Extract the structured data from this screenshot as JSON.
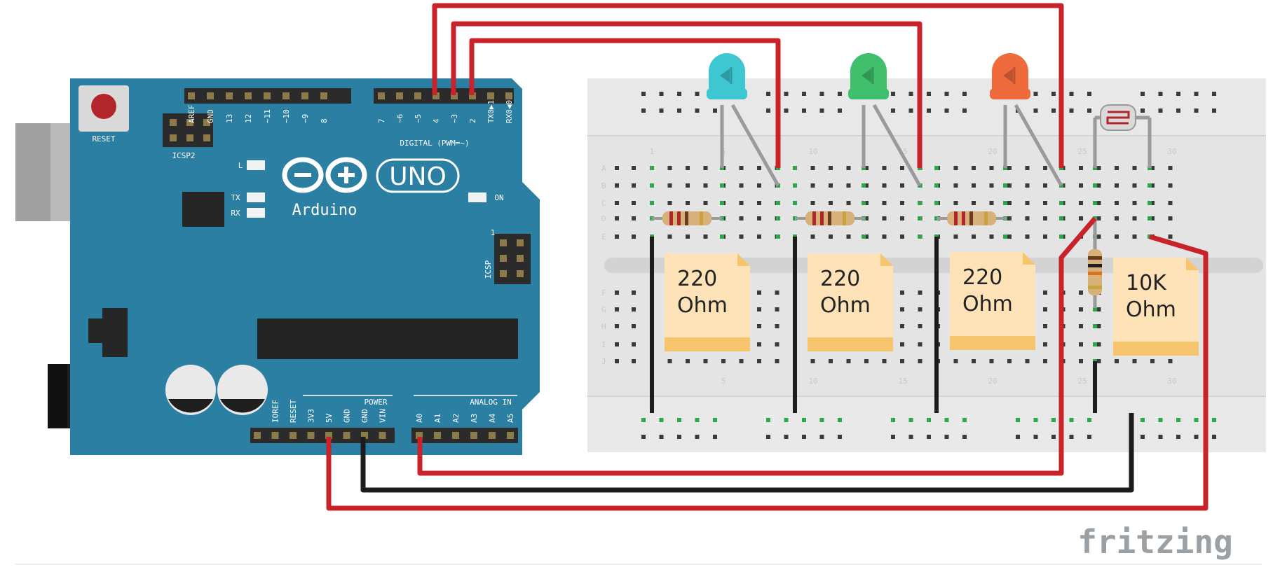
{
  "arduino": {
    "reset_label": "RESET",
    "icsp2_label": "ICSP2",
    "icsp_label": "ICSP",
    "icsp_pin": "1",
    "brand": "Arduino",
    "model": "UNO",
    "on_label": "ON",
    "l_label": "L",
    "tx_label": "TX",
    "rx_label": "RX",
    "digital_label": "DIGITAL (PWM=~)",
    "power_label": "POWER",
    "analog_label": "ANALOG IN",
    "header_top_labels": [
      "AREF",
      "GND",
      "13",
      "12",
      "~11",
      "~10",
      "~9",
      "8",
      "7",
      "~6",
      "~5",
      "4",
      "~3",
      "2",
      "TX0▶1",
      "RX0◀0"
    ],
    "header_power_labels": [
      "IOREF",
      "RESET",
      "3V3",
      "5V",
      "GND",
      "GND",
      "VIN"
    ],
    "header_analog_labels": [
      "A0",
      "A1",
      "A2",
      "A3",
      "A4",
      "A5"
    ],
    "board_color": "#2a7fa2"
  },
  "breadboard": {
    "row_letters_top": [
      "A",
      "B",
      "C",
      "D",
      "E"
    ],
    "row_letters_bottom": [
      "F",
      "G",
      "H",
      "I",
      "J"
    ],
    "column_numbers": [
      "1",
      "5",
      "10",
      "15",
      "20",
      "25",
      "30"
    ]
  },
  "components": {
    "led_colors": [
      "#3ec6d1",
      "#3fbf6b",
      "#f06b3c"
    ],
    "notes": [
      {
        "line1": "220",
        "line2": "Ohm"
      },
      {
        "line1": "220",
        "line2": "Ohm"
      },
      {
        "line1": "220",
        "line2": "Ohm"
      },
      {
        "line1": "10K",
        "line2": "Ohm"
      }
    ]
  },
  "watermark": "fritzing",
  "colors": {
    "wire_red": "#c8222b",
    "wire_black": "#1c1c1c",
    "note_bg": "#fde2b8",
    "note_stripe": "#f6c46d"
  }
}
